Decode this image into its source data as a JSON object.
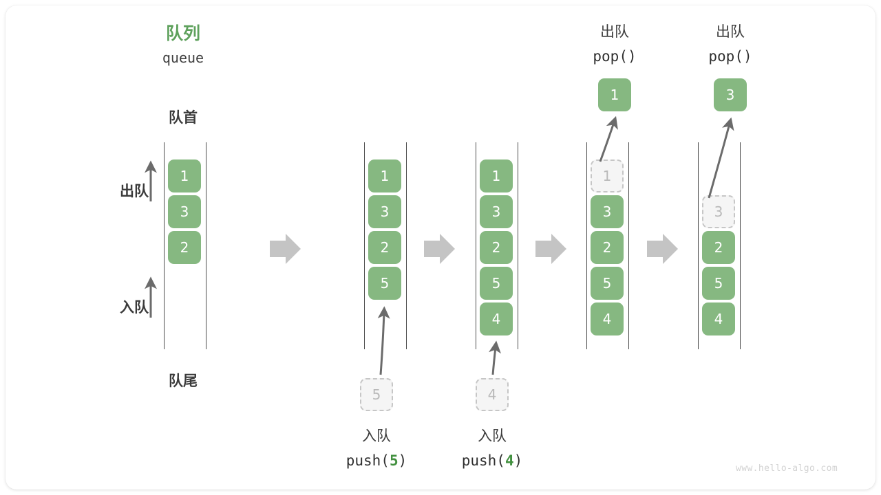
{
  "diagram": {
    "title_cn": "队列",
    "title_en": "queue",
    "front_label": "队首",
    "rear_label": "队尾",
    "dequeue_label": "出队",
    "enqueue_label": "入队",
    "watermark": "www.hello-algo.com",
    "colors": {
      "accent_green": "#86b881",
      "title_green": "#5ea15c",
      "code_green": "#42903f",
      "text_dark": "#3b3b3b",
      "ghost_fill": "#f5f5f5",
      "ghost_border": "#c6c6c6",
      "rail": "#4b4b4b",
      "flow_arrow": "#c4c4c4",
      "thin_arrow": "#6b6b6b",
      "watermark": "#d2d2d2",
      "card_bg": "#ffffff"
    },
    "columns": [
      {
        "id": "initial",
        "cells": [
          {
            "value": "1",
            "state": "filled"
          },
          {
            "value": "3",
            "state": "filled"
          },
          {
            "value": "2",
            "state": "filled"
          }
        ],
        "caption_cn": "",
        "caption_code": "",
        "caption_code_arg": "",
        "incoming_value": "",
        "popped_value": "",
        "header_cn": "",
        "header_code": ""
      },
      {
        "id": "push-5",
        "cells": [
          {
            "value": "1",
            "state": "filled"
          },
          {
            "value": "3",
            "state": "filled"
          },
          {
            "value": "2",
            "state": "filled"
          },
          {
            "value": "5",
            "state": "filled"
          }
        ],
        "caption_cn": "入队",
        "caption_code_prefix": "push(",
        "caption_code_arg": "5",
        "caption_code_suffix": ")",
        "incoming_value": "5",
        "popped_value": "",
        "header_cn": "",
        "header_code": ""
      },
      {
        "id": "push-4",
        "cells": [
          {
            "value": "1",
            "state": "filled"
          },
          {
            "value": "3",
            "state": "filled"
          },
          {
            "value": "2",
            "state": "filled"
          },
          {
            "value": "5",
            "state": "filled"
          },
          {
            "value": "4",
            "state": "filled"
          }
        ],
        "caption_cn": "入队",
        "caption_code_prefix": "push(",
        "caption_code_arg": "4",
        "caption_code_suffix": ")",
        "incoming_value": "4",
        "popped_value": "",
        "header_cn": "",
        "header_code": ""
      },
      {
        "id": "pop-1",
        "cells": [
          {
            "value": "1",
            "state": "ghost"
          },
          {
            "value": "3",
            "state": "filled"
          },
          {
            "value": "2",
            "state": "filled"
          },
          {
            "value": "5",
            "state": "filled"
          },
          {
            "value": "4",
            "state": "filled"
          }
        ],
        "caption_cn": "",
        "caption_code": "",
        "incoming_value": "",
        "popped_value": "1",
        "header_cn": "出队",
        "header_code": "pop()"
      },
      {
        "id": "pop-3",
        "cells": [
          {
            "value": "",
            "state": "empty"
          },
          {
            "value": "3",
            "state": "ghost"
          },
          {
            "value": "2",
            "state": "filled"
          },
          {
            "value": "5",
            "state": "filled"
          },
          {
            "value": "4",
            "state": "filled"
          }
        ],
        "caption_cn": "",
        "caption_code": "",
        "incoming_value": "",
        "popped_value": "3",
        "header_cn": "出队",
        "header_code": "pop()"
      }
    ],
    "flow_arrows": 4
  }
}
